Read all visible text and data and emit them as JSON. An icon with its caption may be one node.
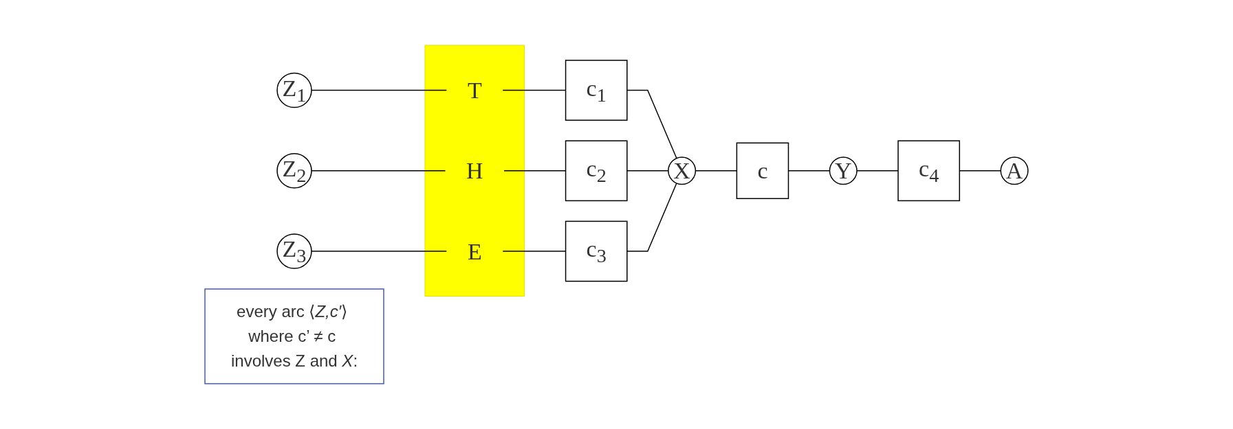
{
  "diagram": {
    "nodes": [
      {
        "text": [
          "Z$_{1}$"
        ]
      },
      {
        "text": [
          "Z$_{2}$"
        ]
      },
      {
        "text": [
          "Z$_{3}$"
        ]
      },
      {
        "text": [],
        "shape": "bar"
      },
      {
        "text": [
          "T"
        ],
        "in": 3
      },
      {
        "text": [
          "H"
        ],
        "in": 3
      },
      {
        "text": [
          "E"
        ],
        "in": 3
      },
      {
        "text": [
          "c$_{1}$"
        ]
      },
      {
        "text": [
          "c$_{2}$"
        ]
      },
      {
        "text": [
          "c$_{3}$"
        ]
      },
      {
        "text": [
          "X"
        ]
      },
      {
        "text": [
          "c"
        ]
      },
      {
        "text": [
          "Y"
        ]
      },
      {
        "text": [
          "c$_{4}$"
        ]
      },
      {
        "text": [
          "A"
        ]
      },
      {
        "text": [
          "every arc ⟨*Z,c′*⟩ where c’ ≠ c involves Z and *X*:"
        ]
      }
    ],
    "edges": [
      {
        "from": 0,
        "to": 4,
        "arrow": "none"
      },
      {
        "from": 4,
        "to": 7,
        "arrow": "none"
      },
      {
        "from": 1,
        "to": 5,
        "arrow": "none"
      },
      {
        "from": 5,
        "to": 8,
        "arrow": "none"
      },
      {
        "from": 2,
        "to": 6,
        "arrow": "none"
      },
      {
        "from": 6,
        "to": 9,
        "arrow": "none"
      },
      {
        "from": 7,
        "to": 10,
        "arrow": "none"
      },
      {
        "from": 8,
        "to": 10,
        "arrow": "none"
      },
      {
        "from": 9,
        "to": 10,
        "arrow": "none"
      },
      {
        "from": 10,
        "to": 11,
        "arrow": "none"
      },
      {
        "from": 11,
        "to": 12,
        "arrow": "none"
      },
      {
        "from": 12,
        "to": 13,
        "arrow": "none"
      },
      {
        "from": 13,
        "to": 14,
        "arrow": "none"
      }
    ]
  }
}
